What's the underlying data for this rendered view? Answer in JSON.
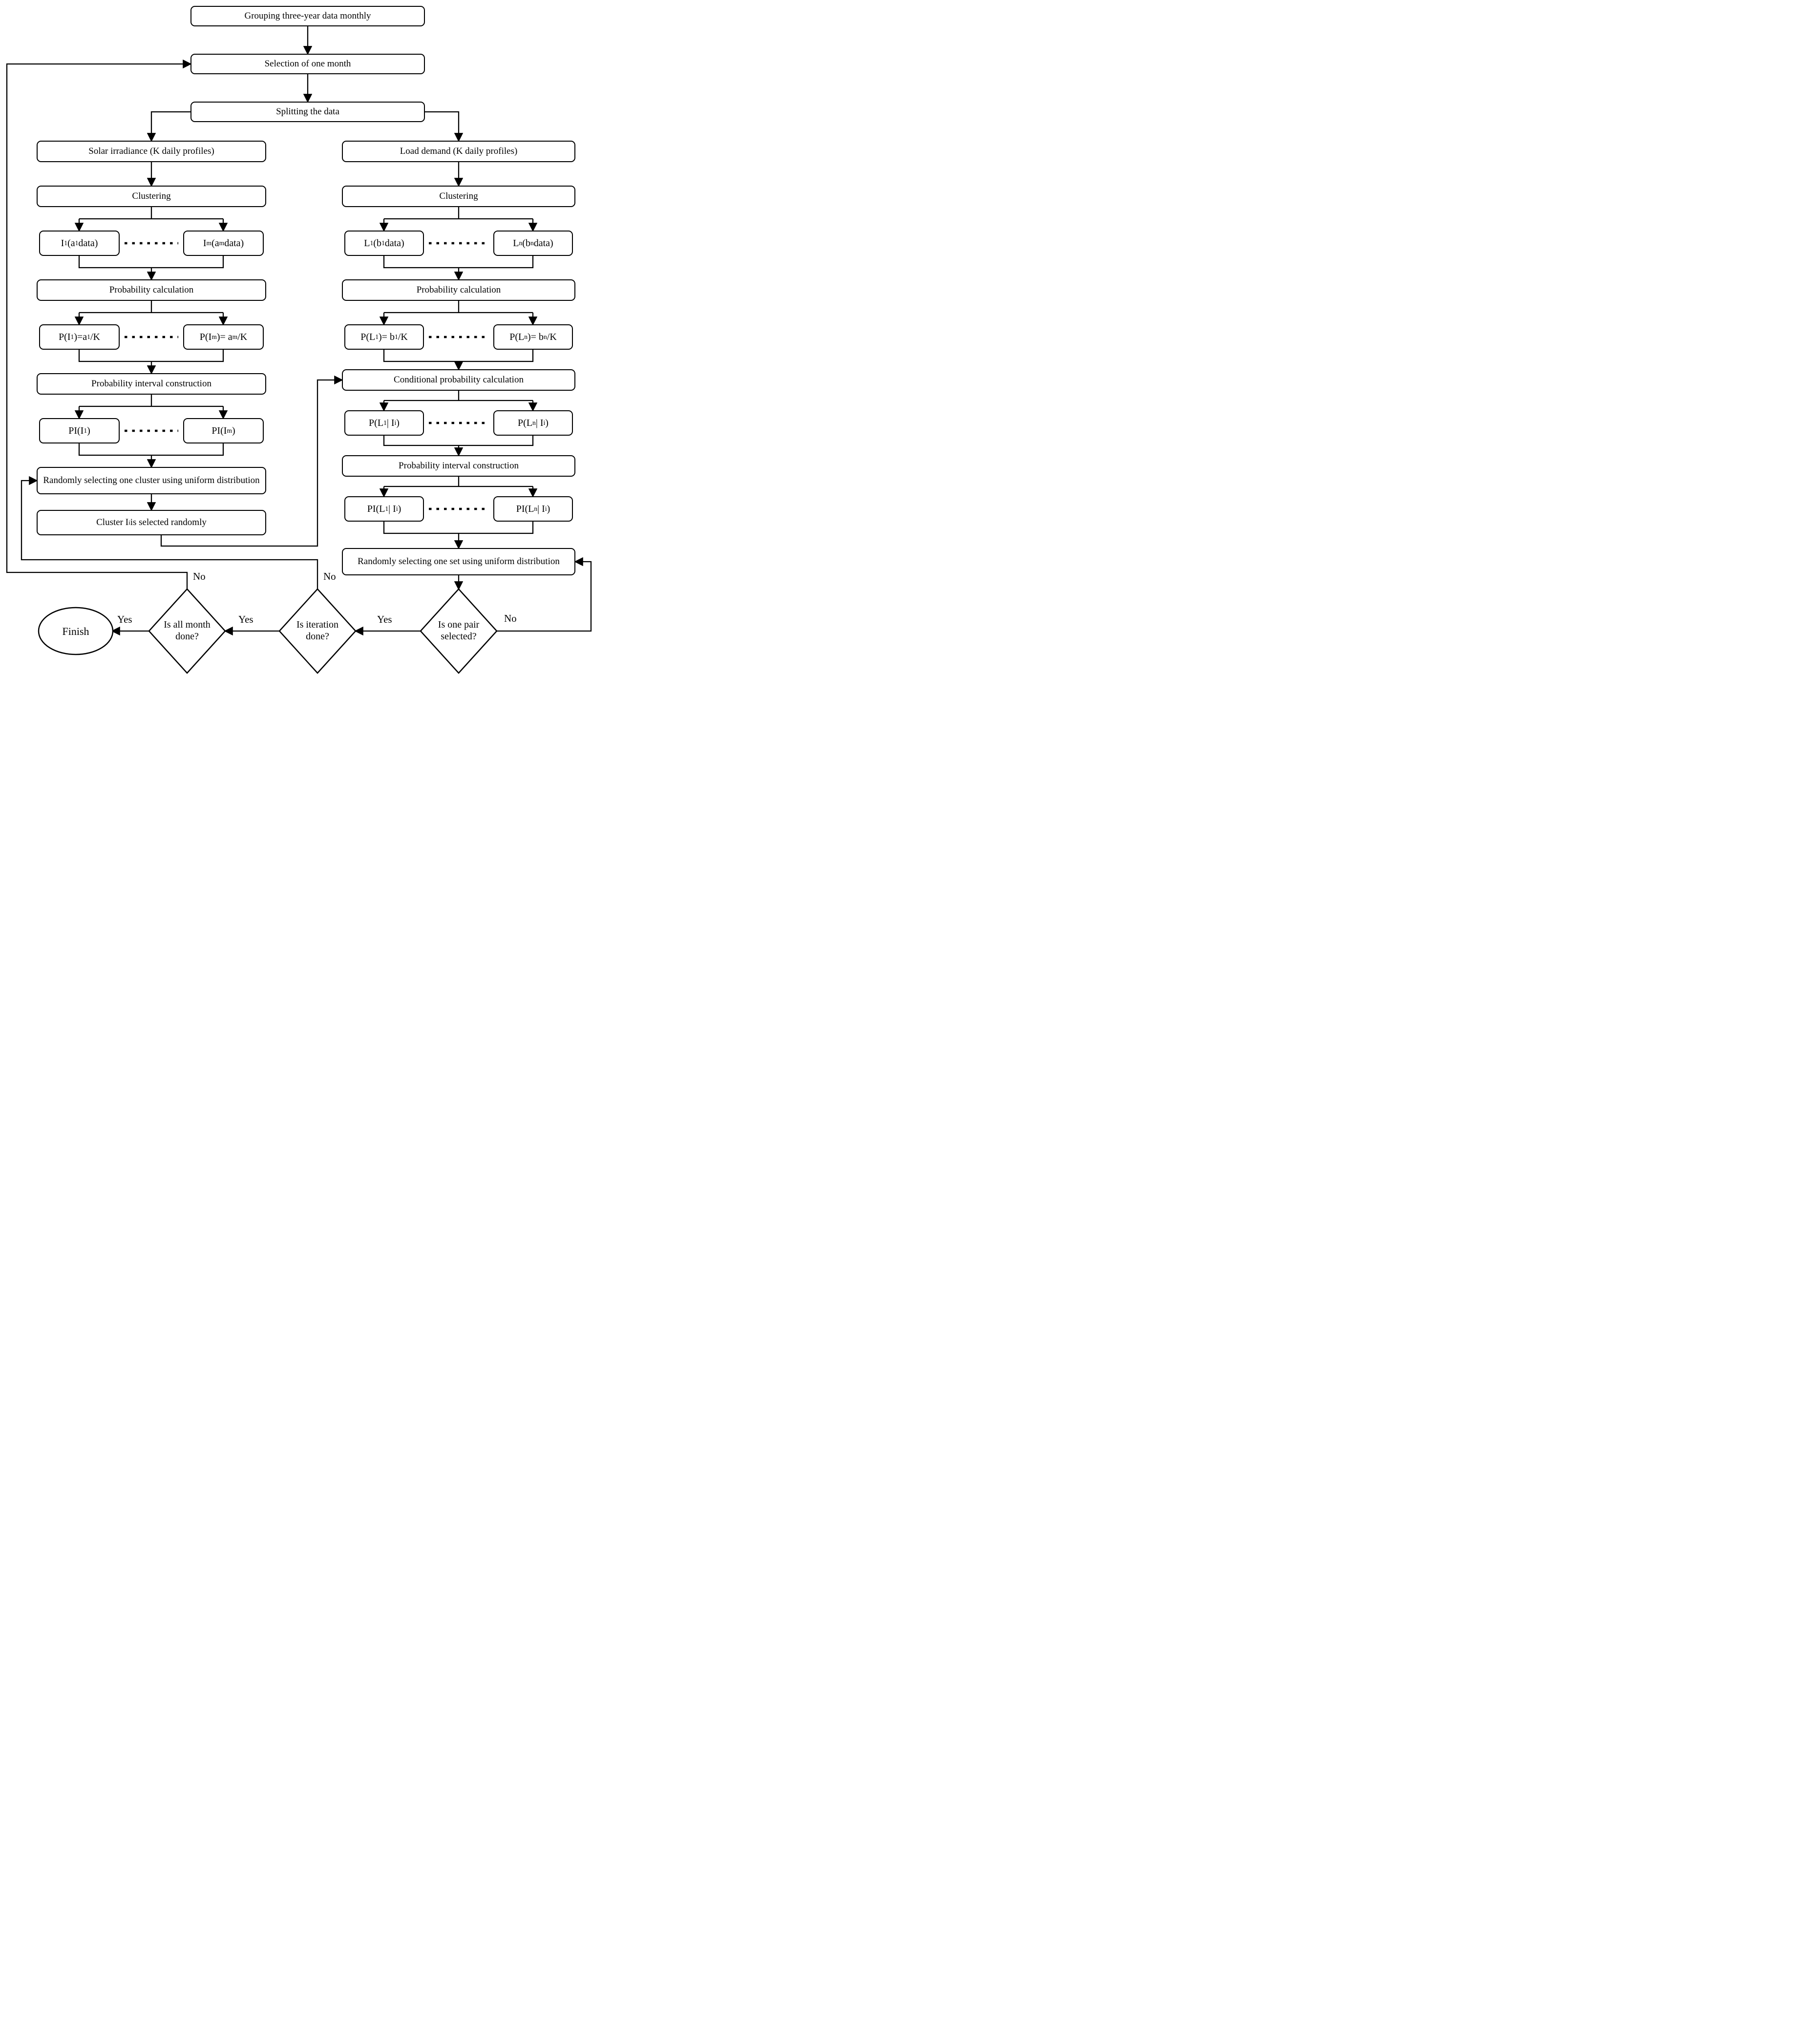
{
  "diagram": {
    "background_color": "#ffffff",
    "stroke_color": "#000000"
  },
  "nodes": {
    "grouping": "Grouping three-year data monthly",
    "selection": "Selection of one month",
    "splitting": "Splitting the data",
    "solar": "Solar irradiance (K daily profiles)",
    "clustering_left": "Clustering",
    "prob_calc_left": "Probability calculation",
    "prob_interval_left": "Probability interval construction",
    "random_cluster": "Randomly selecting one cluster using uniform distribution",
    "cluster_selected": [
      {
        "t": "Cluster I"
      },
      {
        "t": "i",
        "sub": true
      },
      {
        "t": " is selected randomly"
      }
    ],
    "load": "Load demand (K daily profiles)",
    "clustering_right": "Clustering",
    "prob_calc_right": "Probability calculation",
    "cond_prob": "Conditional probability calculation",
    "prob_interval_right": "Probability interval construction",
    "random_set": "Randomly selecting one set using uniform distribution",
    "i1": [
      {
        "t": "I"
      },
      {
        "t": "1",
        "sub": true
      },
      {
        "t": " (a"
      },
      {
        "t": "1",
        "sub": true
      },
      {
        "t": " data)"
      }
    ],
    "im": [
      {
        "t": "I"
      },
      {
        "t": "m",
        "sub": true
      },
      {
        "t": " (a"
      },
      {
        "t": "m",
        "sub": true
      },
      {
        "t": " data)"
      }
    ],
    "p_i1": [
      {
        "t": "P(I"
      },
      {
        "t": "1",
        "sub": true
      },
      {
        "t": ")=a"
      },
      {
        "t": "1",
        "sub": true
      },
      {
        "t": "/K"
      }
    ],
    "p_im": [
      {
        "t": "P(I"
      },
      {
        "t": "m",
        "sub": true
      },
      {
        "t": ")= a"
      },
      {
        "t": "m",
        "sub": true
      },
      {
        "t": "/K"
      }
    ],
    "pi_i1": [
      {
        "t": "PI(I"
      },
      {
        "t": "1",
        "sub": true
      },
      {
        "t": ")"
      }
    ],
    "pi_im": [
      {
        "t": "PI(I"
      },
      {
        "t": "m",
        "sub": true
      },
      {
        "t": ")"
      }
    ],
    "l1": [
      {
        "t": "L"
      },
      {
        "t": "1",
        "sub": true
      },
      {
        "t": " (b"
      },
      {
        "t": "1",
        "sub": true
      },
      {
        "t": " data)"
      }
    ],
    "ln": [
      {
        "t": "L"
      },
      {
        "t": "n",
        "sub": true
      },
      {
        "t": " (b"
      },
      {
        "t": "n",
        "sub": true
      },
      {
        "t": " data)"
      }
    ],
    "p_l1": [
      {
        "t": "P(L"
      },
      {
        "t": "1",
        "sub": true
      },
      {
        "t": ")= b"
      },
      {
        "t": "1",
        "sub": true
      },
      {
        "t": "/K"
      }
    ],
    "p_ln": [
      {
        "t": "P(L"
      },
      {
        "t": "n",
        "sub": true
      },
      {
        "t": ")= b"
      },
      {
        "t": "n",
        "sub": true
      },
      {
        "t": "/K"
      }
    ],
    "p_l1_i": [
      {
        "t": "P(L"
      },
      {
        "t": "1",
        "sub": true
      },
      {
        "t": "| I"
      },
      {
        "t": "i",
        "sub": true
      },
      {
        "t": ")"
      }
    ],
    "p_ln_i": [
      {
        "t": "P(L"
      },
      {
        "t": "n",
        "sub": true
      },
      {
        "t": "| I"
      },
      {
        "t": "i",
        "sub": true
      },
      {
        "t": ")"
      }
    ],
    "pi_l1_i": [
      {
        "t": "PI(L"
      },
      {
        "t": "1",
        "sub": true
      },
      {
        "t": "| I"
      },
      {
        "t": "i",
        "sub": true
      },
      {
        "t": ")"
      }
    ],
    "pi_ln_i": [
      {
        "t": "PI(L"
      },
      {
        "t": "n",
        "sub": true
      },
      {
        "t": "| I"
      },
      {
        "t": "i",
        "sub": true
      },
      {
        "t": ")"
      }
    ]
  },
  "decisions": {
    "is_all_month_done": "Is all month done?",
    "is_iteration_done": "Is iteration done?",
    "is_one_pair_selected": "Is one pair selected?"
  },
  "terminal": {
    "finish": "Finish"
  },
  "edge_labels": {
    "month_no": "No",
    "month_yes": "Yes",
    "iteration_no": "No",
    "iteration_yes": "Yes",
    "pair_no": "No",
    "pair_yes": "Yes"
  }
}
